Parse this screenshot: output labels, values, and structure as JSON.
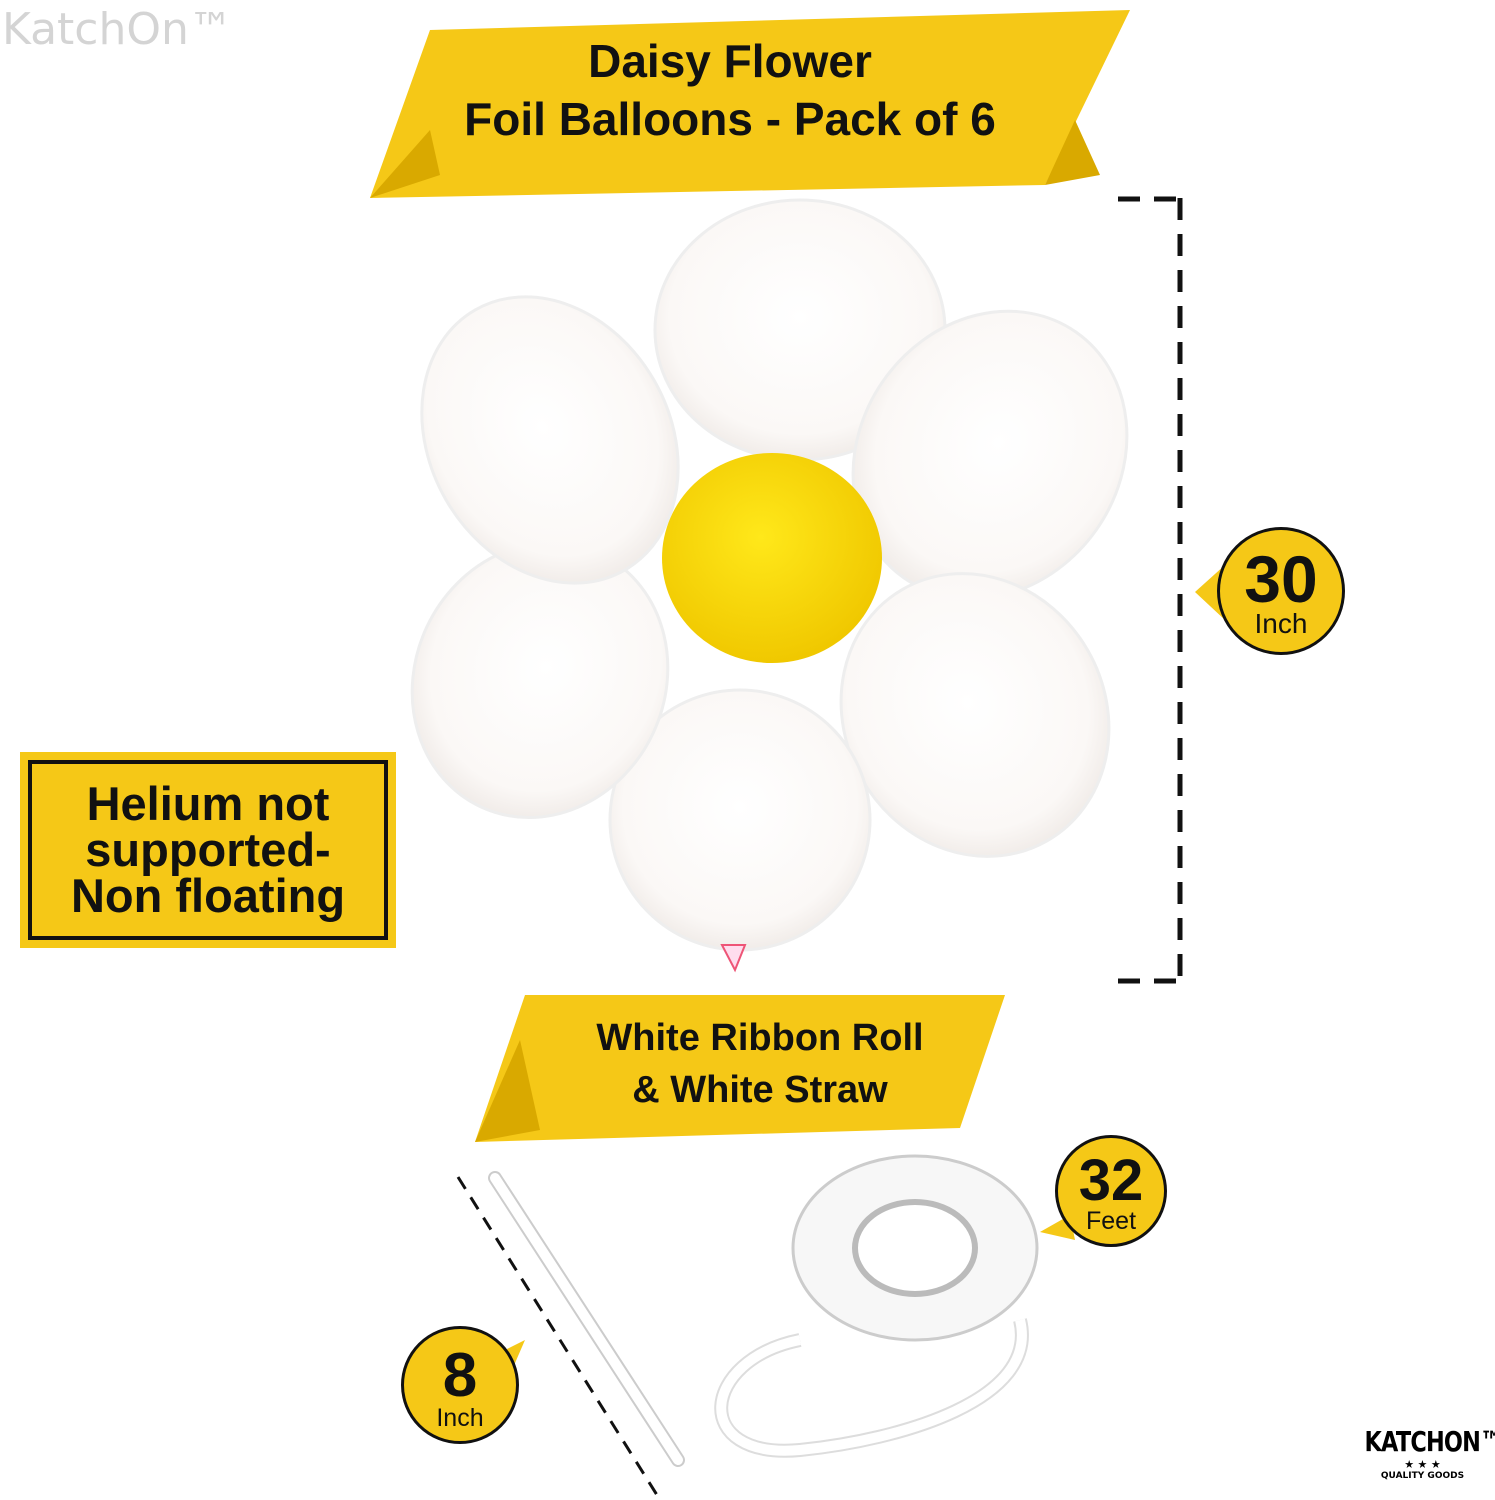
{
  "watermark": "KatchOn™",
  "top_banner": {
    "line1": "Daisy Flower",
    "line2": "Foil Balloons - Pack of 6"
  },
  "bottom_banner": {
    "line1": "White Ribbon Roll",
    "line2": "& White Straw"
  },
  "helium_notice": {
    "line1": "Helium not",
    "line2": "supported-",
    "line3": "Non floating"
  },
  "badges": {
    "balloon_size": {
      "value": "30",
      "unit": "Inch"
    },
    "ribbon_length": {
      "value": "32",
      "unit": "Feet"
    },
    "straw_length": {
      "value": "8",
      "unit": "Inch"
    }
  },
  "logo": {
    "brand": "KATCHON™",
    "tagline": "QUALITY GOODS",
    "stars": "★ ★ ★"
  },
  "colors": {
    "yellow": "#f5c817",
    "flower_center": "#f7dc12",
    "text": "#111111"
  }
}
